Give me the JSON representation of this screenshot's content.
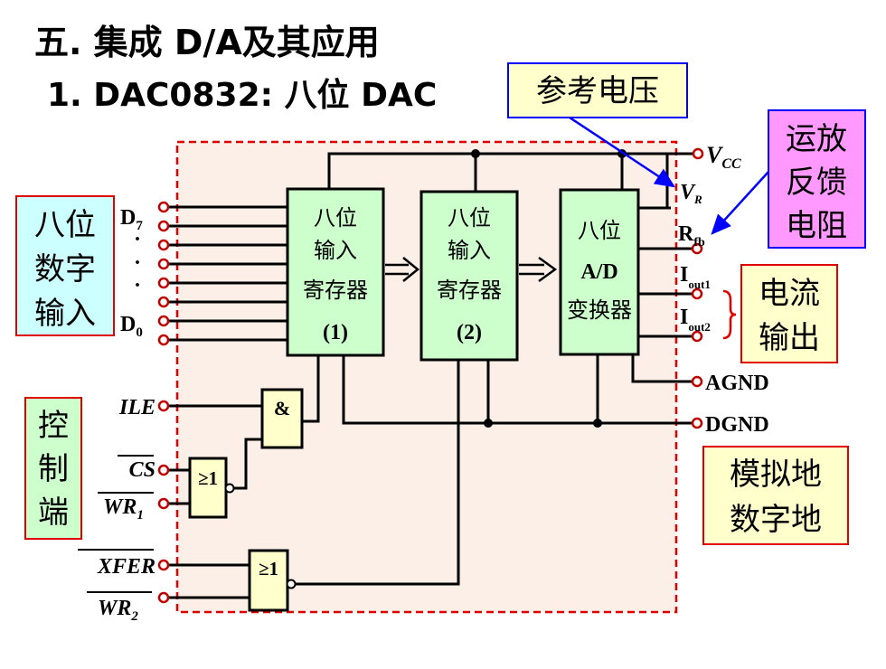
{
  "title": "五. 集成 D/A及其应用",
  "subtitle": "1.  DAC0832: 八位 DAC",
  "callouts": {
    "reference_voltage": "参考电压",
    "opamp_feedback": [
      "运放",
      "反馈",
      "电阻"
    ],
    "digital_input": [
      "八位",
      "数字",
      "输入"
    ],
    "current_output": [
      "电流",
      "输出"
    ],
    "control": [
      "控",
      "制",
      "端"
    ],
    "grounds": [
      "模拟地",
      "数字地"
    ]
  },
  "blocks": {
    "input_register": [
      "八位",
      "输入",
      "寄存器",
      "(1)"
    ],
    "dac_register": [
      "八位",
      "输入",
      "寄存器",
      "(2)"
    ],
    "converter": [
      "八位",
      "A/D",
      "变换器"
    ]
  },
  "gates": {
    "and": "&",
    "or1": "≥1",
    "or2": "≥1"
  },
  "pins": {
    "d7": {
      "main": "D",
      "sub": "7"
    },
    "d0": {
      "main": "D",
      "sub": "0"
    },
    "dots": [
      "·",
      "·",
      "·",
      "·"
    ],
    "ile": "ILE",
    "cs": "CS",
    "wr1": {
      "main": "WR",
      "sub": "1"
    },
    "xfer": "XFER",
    "wr2": {
      "main": "WR",
      "sub": "2"
    },
    "vcc": {
      "main": "V",
      "sub": "CC"
    },
    "vr": {
      "main": "V",
      "sub": "R"
    },
    "rfb": {
      "main": "R",
      "sub": "fb"
    },
    "iout1": {
      "main": "I",
      "sub": "out1"
    },
    "iout2": {
      "main": "I",
      "sub": "out2"
    },
    "agnd": "AGND",
    "dgnd": "DGND"
  },
  "colors": {
    "chip_fill": "#fcefe8",
    "chip_border": "#e00000",
    "block_fill": "#ccffcc",
    "gate_fill": "#ffffcc",
    "yellow_callout": "#ffffcc",
    "blue_callout": "#ccffff",
    "magenta_callout": "#ff99ff",
    "pin_red": "#c00000",
    "arrow_blue": "#0000ff"
  }
}
